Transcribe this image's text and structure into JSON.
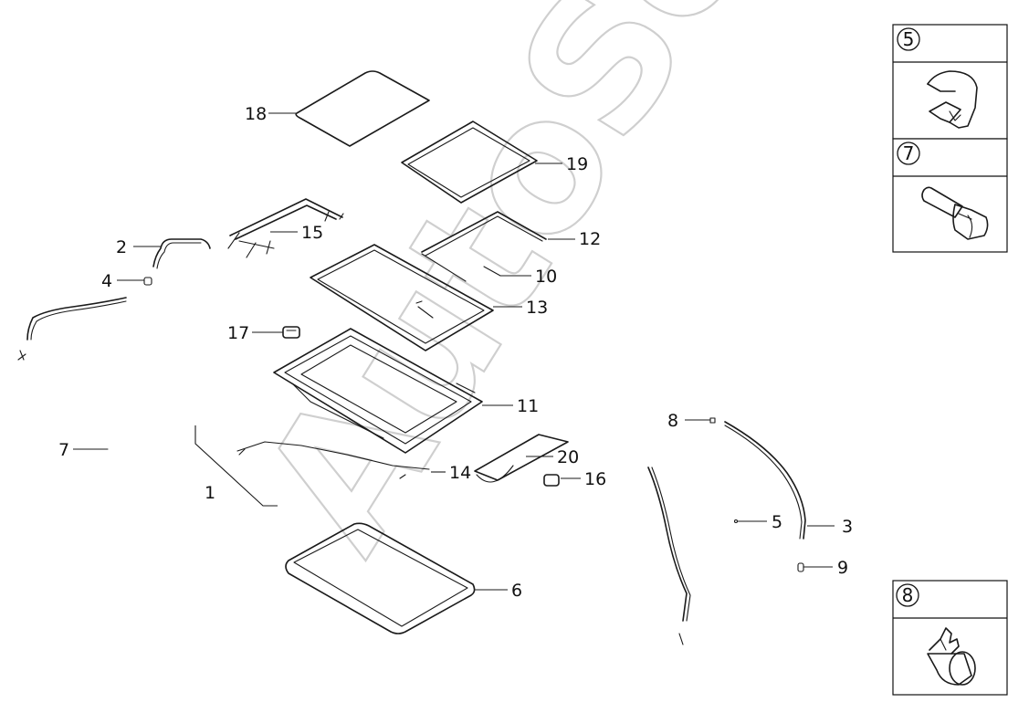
{
  "watermark": "AutoSoft",
  "callouts": [
    {
      "id": "1",
      "label": "1"
    },
    {
      "id": "2",
      "label": "2"
    },
    {
      "id": "3",
      "label": "3"
    },
    {
      "id": "4",
      "label": "4"
    },
    {
      "id": "5",
      "label": "5"
    },
    {
      "id": "6",
      "label": "6"
    },
    {
      "id": "7",
      "label": "7"
    },
    {
      "id": "8",
      "label": "8"
    },
    {
      "id": "9",
      "label": "9"
    },
    {
      "id": "10",
      "label": "10"
    },
    {
      "id": "11",
      "label": "11"
    },
    {
      "id": "12",
      "label": "12"
    },
    {
      "id": "13",
      "label": "13"
    },
    {
      "id": "14",
      "label": "14"
    },
    {
      "id": "15",
      "label": "15"
    },
    {
      "id": "16",
      "label": "16"
    },
    {
      "id": "17",
      "label": "17"
    },
    {
      "id": "18",
      "label": "18"
    },
    {
      "id": "19",
      "label": "19"
    },
    {
      "id": "20",
      "label": "20"
    }
  ],
  "insets": [
    {
      "label": "5",
      "icon": "clip-icon"
    },
    {
      "label": "7",
      "icon": "bolt-icon"
    },
    {
      "label": "8",
      "icon": "hose-clamp-icon"
    }
  ]
}
